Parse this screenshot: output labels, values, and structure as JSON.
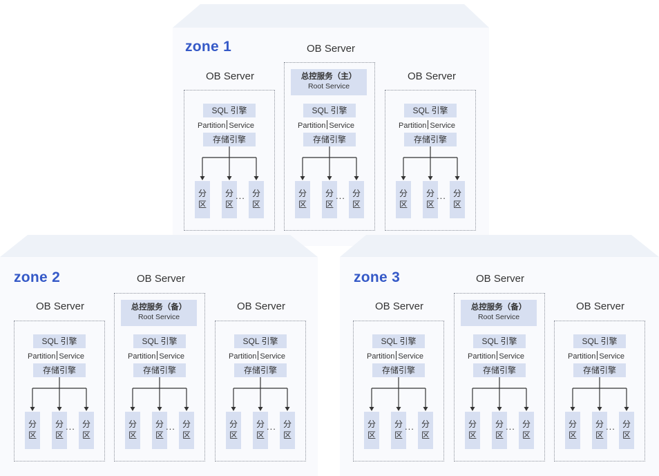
{
  "zones": [
    {
      "title": "zone 1",
      "root": {
        "zh": "总控服务（主）",
        "en": "Root Service"
      }
    },
    {
      "title": "zone 2",
      "root": {
        "zh": "总控服务（备）",
        "en": "Root Service"
      }
    },
    {
      "title": "zone 3",
      "root": {
        "zh": "总控服务（备）",
        "en": "Root Service"
      }
    }
  ],
  "labels": {
    "server": "OB Server",
    "sql": "SQL 引擎",
    "partition": "Partition",
    "service": "Service",
    "storage": "存储引擎",
    "part_top": "分",
    "part_bottom": "区",
    "dots": "..."
  },
  "colors": {
    "zone_title": "#3559c7",
    "block_fill": "#d7dff1",
    "zone_bg": "#f7f9fc"
  }
}
